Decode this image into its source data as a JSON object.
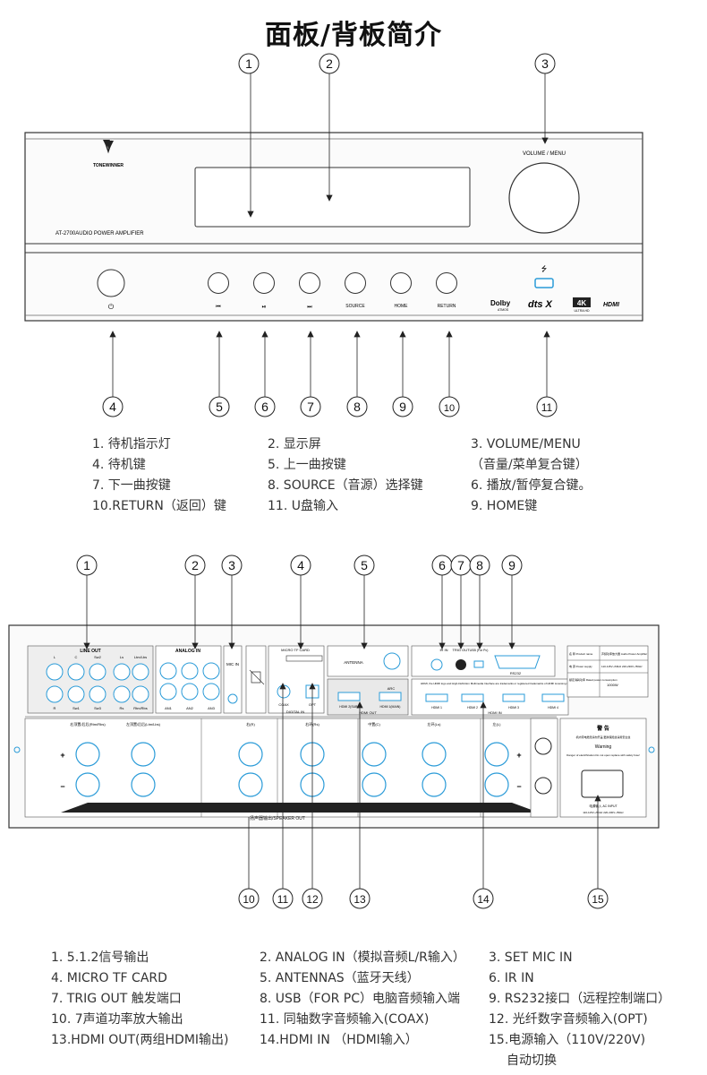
{
  "title": "面板/背板简介",
  "front": {
    "brand": "TONEWINNER",
    "model": "AT-2700AUDIO POWER AMPLIFIER",
    "volume_label": "VOLUME / MENU",
    "buttons": {
      "power": "⏻",
      "prev": "⏮",
      "play": "⏯",
      "next": "⏭",
      "source": "SOURCE",
      "home": "HOME",
      "return": "RETURN"
    },
    "usb_symbol": "⭍",
    "logos": {
      "dolby": "Dolby",
      "dolby_sub": "ATMOS",
      "dts": "dts X",
      "k4": "4K",
      "k4_sub": "ULTRA HD",
      "hdmi": "HDMI"
    },
    "callouts_top": [
      "1",
      "2",
      "3"
    ],
    "callouts_bottom": [
      "4",
      "5",
      "6",
      "7",
      "8",
      "9",
      "10",
      "11"
    ],
    "legend": [
      [
        "1. 待机指示灯",
        "2. 显示屏",
        "3. VOLUME/MENU"
      ],
      [
        "4. 待机键",
        "5. 上一曲按键",
        "（音量/菜单复合键）"
      ],
      [
        "7. 下一曲按键",
        "8. SOURCE（音源）选择键",
        "6. 播放/暂停复合键。"
      ],
      [
        "10.RETURN（返回）键",
        "11. U盘输入",
        "9. HOME键"
      ]
    ]
  },
  "rear": {
    "callouts_top": [
      "1",
      "2",
      "3",
      "4",
      "5",
      "6",
      "7",
      "8",
      "9"
    ],
    "callouts_bottom": [
      "10",
      "11",
      "12",
      "13",
      "14",
      "15"
    ],
    "line_out": "LINE OUT",
    "line_out_top": [
      "L",
      "C",
      "Sw2",
      "Ls",
      "Ltm/Lbs"
    ],
    "line_out_bottom": [
      "R",
      "Sw1",
      "Sw3",
      "Rs",
      "Rtm/Rbs"
    ],
    "analog_in": "ANALOG IN",
    "analog_labels": [
      "AN1",
      "AN2",
      "AN3"
    ],
    "mic_in": "MIC IN",
    "micro_tf": "MICRO TF CARD",
    "antenna": "ANTENNA",
    "coax": "COAX",
    "opt": "OPT",
    "digital_in": "DIGITAL IN",
    "ir_in": "IR IN",
    "trig_out": "TRIG OUT",
    "usb": "USB (For Pc)",
    "rs232": "RS232",
    "hdmi_out_ports": [
      "HDMI 2(SUB)",
      "HDMI 1(MAIN)"
    ],
    "arc": "ARC",
    "hdmi_out": "HDMI OUT",
    "hdmi_in_ports": [
      "HDMI 1",
      "HDMI 2",
      "HDMI 3",
      "HDMI 4"
    ],
    "hdmi_in": "HDMI IN",
    "hdmi_note": "HDMI, the HDMI logo and High-Definition Multimedia Interface are trademarks or registered trademarks of HDMI Licensing LLC",
    "spec_rows": [
      [
        "名 称 Product name",
        "声频功率放大器 Audio Power Amplifier"
      ],
      [
        "电 源 Power supply",
        "110-115V~/60Hz 220-230V~/50Hz"
      ],
      [
        "额定消耗功率 Rated power consumption",
        "1000W"
      ]
    ],
    "speaker_labels": [
      "右顶置/后后(Rtm/Rbs)",
      "左顶置/后后(Ltm/Lbs)",
      "右(R)",
      "右环(Rs)",
      "中置(C)",
      "左环(Ls)",
      "左(L)"
    ],
    "speaker_out": "扬声器输出/SPEAKER OUT",
    "warning_title": "警 告",
    "warning_cn": "机内带电危险请勿开盖 更换保险丝请用安全丝",
    "warning_en_title": "Warning",
    "warning_en": "Danger of electrification.Do not open replace with safety fuse!",
    "ac_label": "电源输入 AC INPUT",
    "ac_spec": "110-115V~/60Hz 220-230V~/50Hz",
    "legend": [
      [
        "1. 5.1.2信号输出",
        "2. ANALOG IN（模拟音频L/R输入）",
        "3. SET MIC IN"
      ],
      [
        "4. MICRO TF CARD",
        "5. ANTENNAS（蓝牙天线）",
        "6. IR IN"
      ],
      [
        "7. TRIG OUT 触发端口",
        "8. USB（FOR PC）电脑音频输入端",
        "9.  RS232接口（远程控制端口）"
      ],
      [
        "10. 7声道功率放大输出",
        "11. 同轴数字音频输入(COAX)",
        "12. 光纤数字音频输入(OPT)"
      ],
      [
        "13.HDMI OUT(两组HDMI输出)",
        "14.HDMI IN （HDMI输入）",
        "15.电源输入（110V/220V)"
      ],
      [
        "",
        "",
        "自动切换"
      ]
    ]
  },
  "colors": {
    "accent": "#2a9bd8",
    "line": "#333333",
    "panel": "#f7f7f7"
  }
}
